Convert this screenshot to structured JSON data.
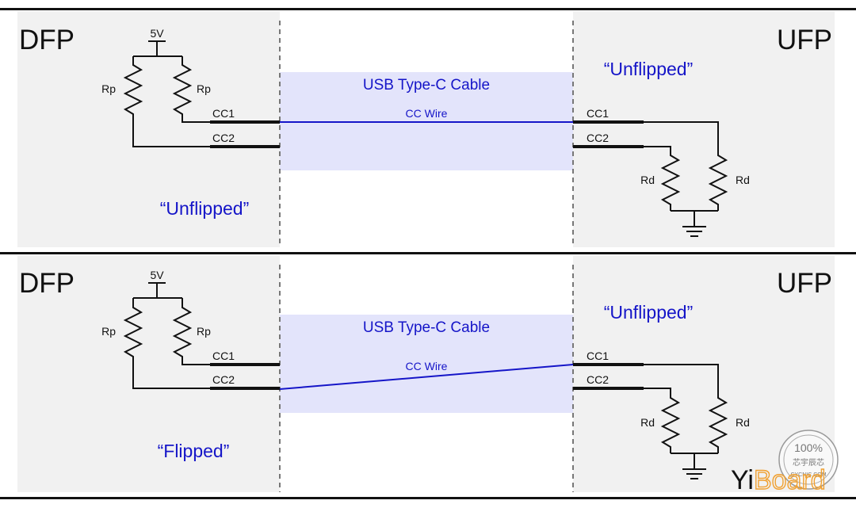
{
  "panels": [
    {
      "dfp_label": "DFP",
      "ufp_label": "UFP",
      "source_voltage": "5V",
      "rp_left": "Rp",
      "rp_right": "Rp",
      "dfp_cc1": "CC1",
      "dfp_cc2": "CC2",
      "cable_label": "USB Type-C Cable",
      "wire_label": "CC Wire",
      "ufp_cc1": "CC1",
      "ufp_cc2": "CC2",
      "rd_left": "Rd",
      "rd_right": "Rd",
      "dfp_orientation": "“Unflipped”",
      "ufp_orientation": "“Unflipped”"
    },
    {
      "dfp_label": "DFP",
      "ufp_label": "UFP",
      "source_voltage": "5V",
      "rp_left": "Rp",
      "rp_right": "Rp",
      "dfp_cc1": "CC1",
      "dfp_cc2": "CC2",
      "cable_label": "USB Type-C Cable",
      "wire_label": "CC Wire",
      "ufp_cc1": "CC1",
      "ufp_cc2": "CC2",
      "rd_left": "Rd",
      "rd_right": "Rd",
      "dfp_orientation": "“Flipped”",
      "ufp_orientation": "“Unflipped”"
    }
  ],
  "watermark": {
    "brand": "YiBoard",
    "seal_text": "100%",
    "seal_sub": "芯宇辰芯",
    "seal_url": "CYCNIC.COM"
  },
  "colors": {
    "panel_gray": "#f1f1f1",
    "cable_band": "#e3e4fb",
    "wire": "#1515c8",
    "orientation_text": "#1515c8"
  }
}
